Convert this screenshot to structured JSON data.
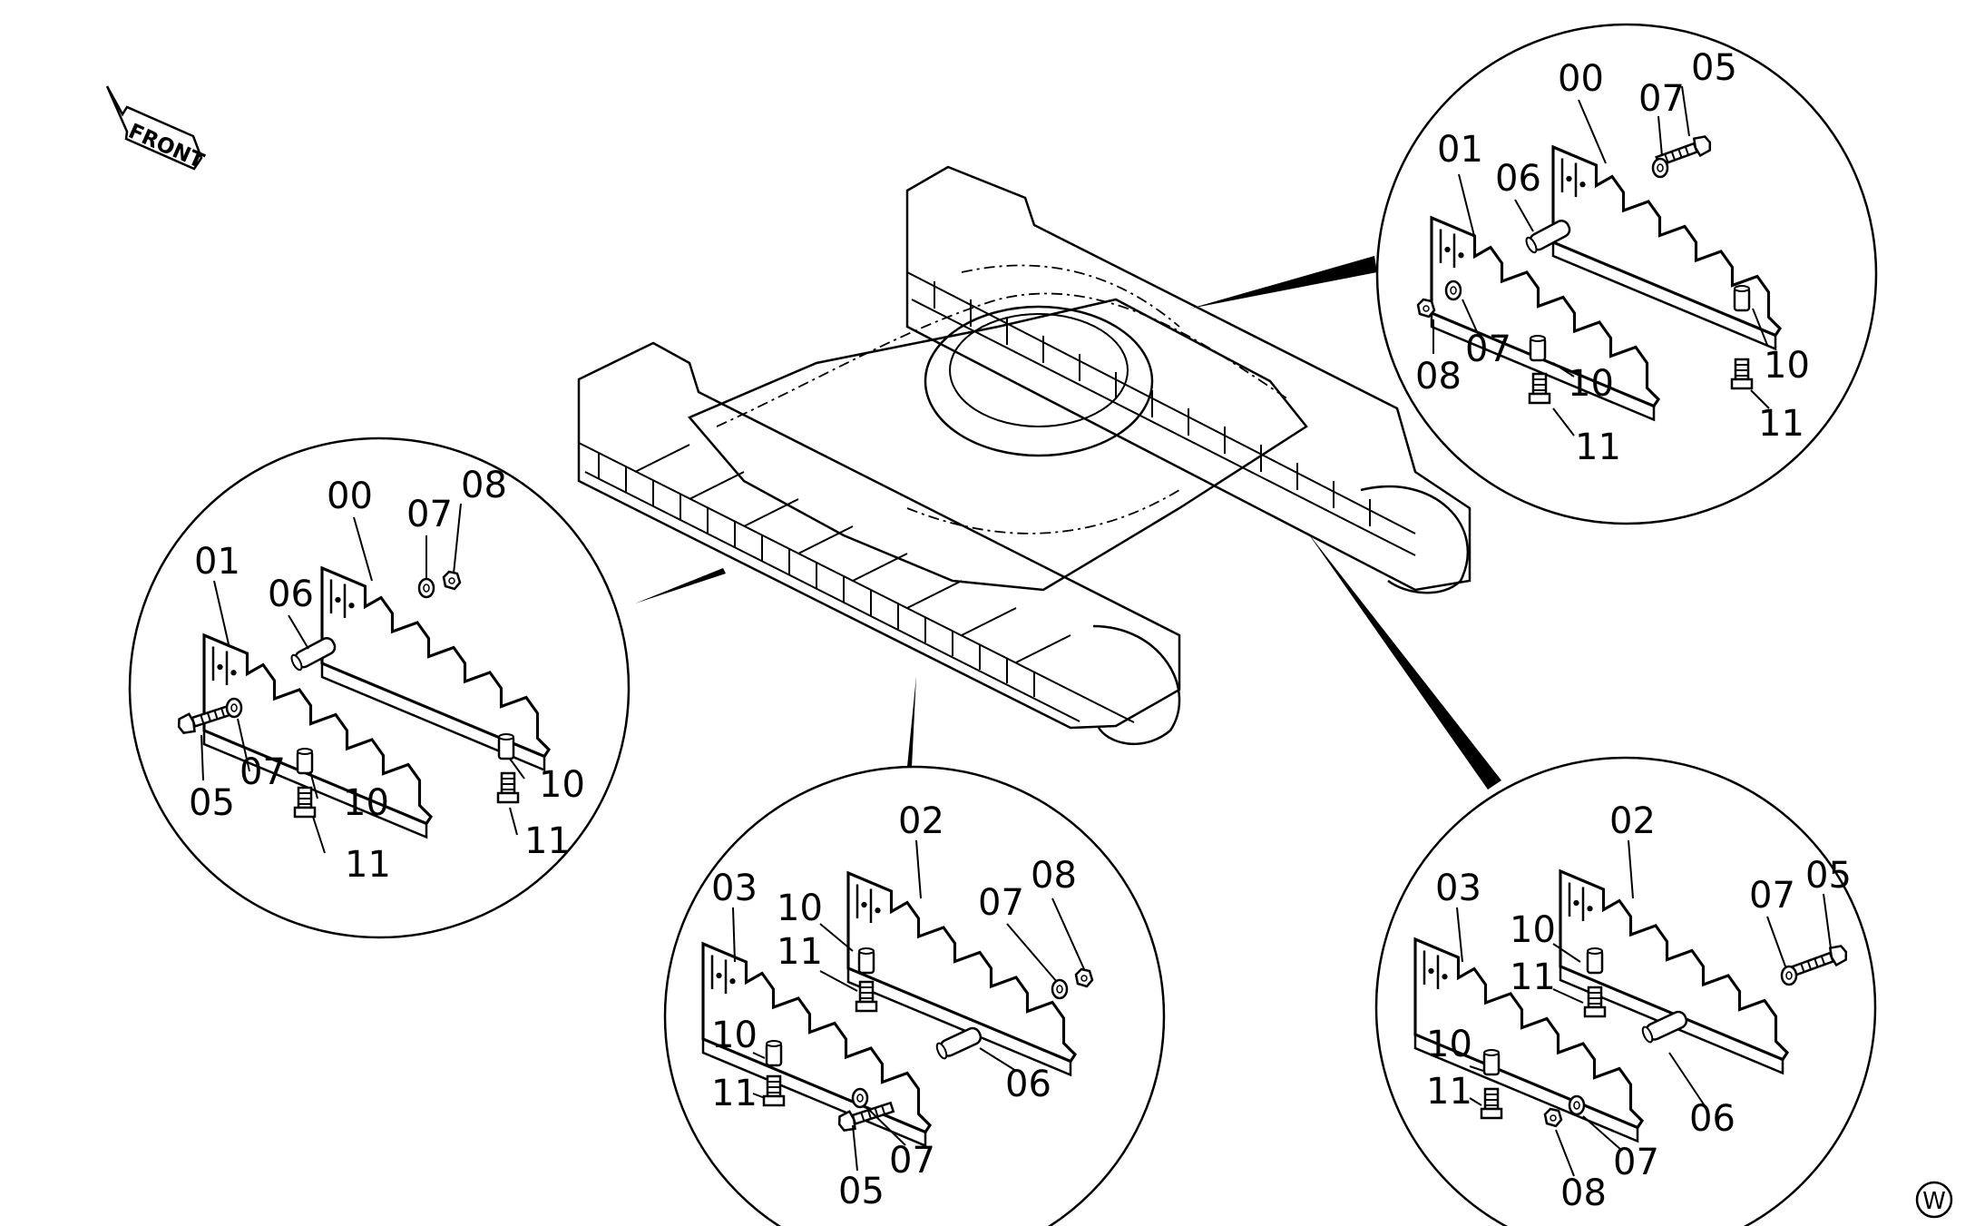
{
  "front_label": "FRONT",
  "corner_mark": "W",
  "details": {
    "upper_right": {
      "n00": "00",
      "n01": "01",
      "n05": "05",
      "n06": "06",
      "n07a": "07",
      "n07b": "07",
      "n08": "08",
      "n10a": "10",
      "n10b": "10",
      "n11a": "11",
      "n11b": "11"
    },
    "left": {
      "n00": "00",
      "n01": "01",
      "n05": "05",
      "n06": "06",
      "n07a": "07",
      "n07b": "07",
      "n08": "08",
      "n10a": "10",
      "n10b": "10",
      "n11a": "11",
      "n11b": "11"
    },
    "bottom_center": {
      "n02": "02",
      "n03": "03",
      "n05": "05",
      "n06": "06",
      "n07a": "07",
      "n07b": "07",
      "n08": "08",
      "n10a": "10",
      "n10b": "10",
      "n11a": "11",
      "n11b": "11"
    },
    "bottom_right": {
      "n02": "02",
      "n03": "03",
      "n05": "05",
      "n06": "06",
      "n07a": "07",
      "n07b": "07",
      "n08": "08",
      "n10a": "10",
      "n10b": "10",
      "n11a": "11",
      "n11b": "11"
    }
  }
}
